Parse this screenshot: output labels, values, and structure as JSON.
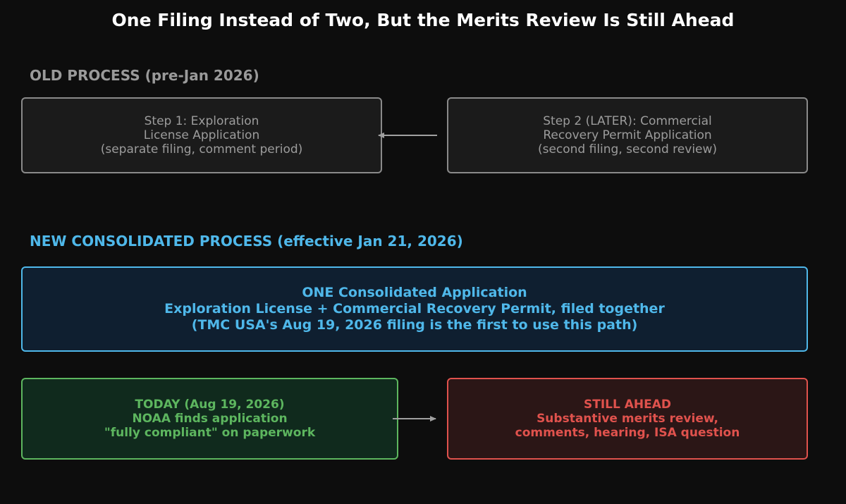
{
  "title": "One Filing Instead of Two, But the Merits Review Is Still Ahead",
  "old_process": {
    "label": "OLD PROCESS (pre-Jan 2026)",
    "step1": {
      "lines": [
        "Step 1: Exploration",
        "License Application",
        "(separate filing, comment period)"
      ]
    },
    "step2": {
      "lines": [
        "Step 2 (LATER): Commercial",
        "Recovery Permit Application",
        "(second filing, second review)"
      ]
    }
  },
  "new_process": {
    "label": "NEW CONSOLIDATED PROCESS (effective Jan 21, 2026)",
    "consolidated": {
      "lines": [
        "ONE Consolidated Application",
        "Exploration License + Commercial Recovery Permit, filed together",
        "(TMC USA's Aug 19, 2026 filing is the first to use this path)"
      ]
    },
    "today": {
      "lines": [
        "TODAY (Aug 19, 2026)",
        "NOAA finds application",
        "\"fully compliant\" on paperwork"
      ]
    },
    "still_ahead": {
      "lines": [
        "STILL AHEAD",
        "Substantive merits review,",
        "comments, hearing, ISA question"
      ]
    }
  },
  "colors": {
    "background": "#0d0d0d",
    "old_gray": "#9a9a9a",
    "new_blue": "#4fb8ea",
    "today_green": "#5db65f",
    "ahead_red": "#e0524d"
  }
}
